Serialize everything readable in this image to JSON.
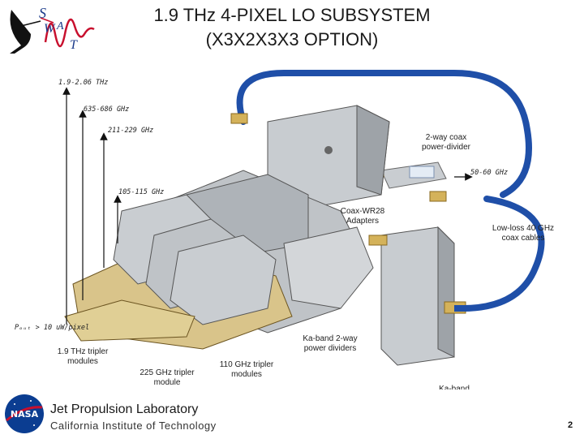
{
  "title": {
    "line1": "1.9 THz 4-PIXEL LO SUBSYSTEM",
    "line2": "(X3X2X3X3 OPTION)"
  },
  "logo": {
    "text": "SWAT",
    "color": "#c8102e"
  },
  "frequencies": {
    "f1": "1.9-2.06 THz",
    "f2": "635-686 GHz",
    "f3": "211-229 GHz",
    "f4": "105-115 GHz",
    "f5": "50-60 GHz"
  },
  "power_label": "Pₒᵤₜ > 10 uW/pixel",
  "labels": {
    "power_divider": "2-way coax power-divider",
    "coax_adapters": "Coax-WR28 Adapters",
    "coax_cables": "Low-loss 40 GHz coax cables",
    "ka_dividers": "Ka-band 2-way power dividers",
    "triplers_19": "1.9 THz tripler modules",
    "triplers_225": "225 GHz tripler module",
    "triplers_110": "110 GHz tripler modules",
    "ka_amplifiers": "Ka-band Amplifiers"
  },
  "footer": {
    "org": "Jet Propulsion Laboratory",
    "inst": "California Institute of Technology",
    "page": "2",
    "nasa": "NASA"
  },
  "colors": {
    "cable": "#1f4fa8",
    "gold": "#d9c48a",
    "steel": "#bfc3c7",
    "arrow": "#111111"
  }
}
